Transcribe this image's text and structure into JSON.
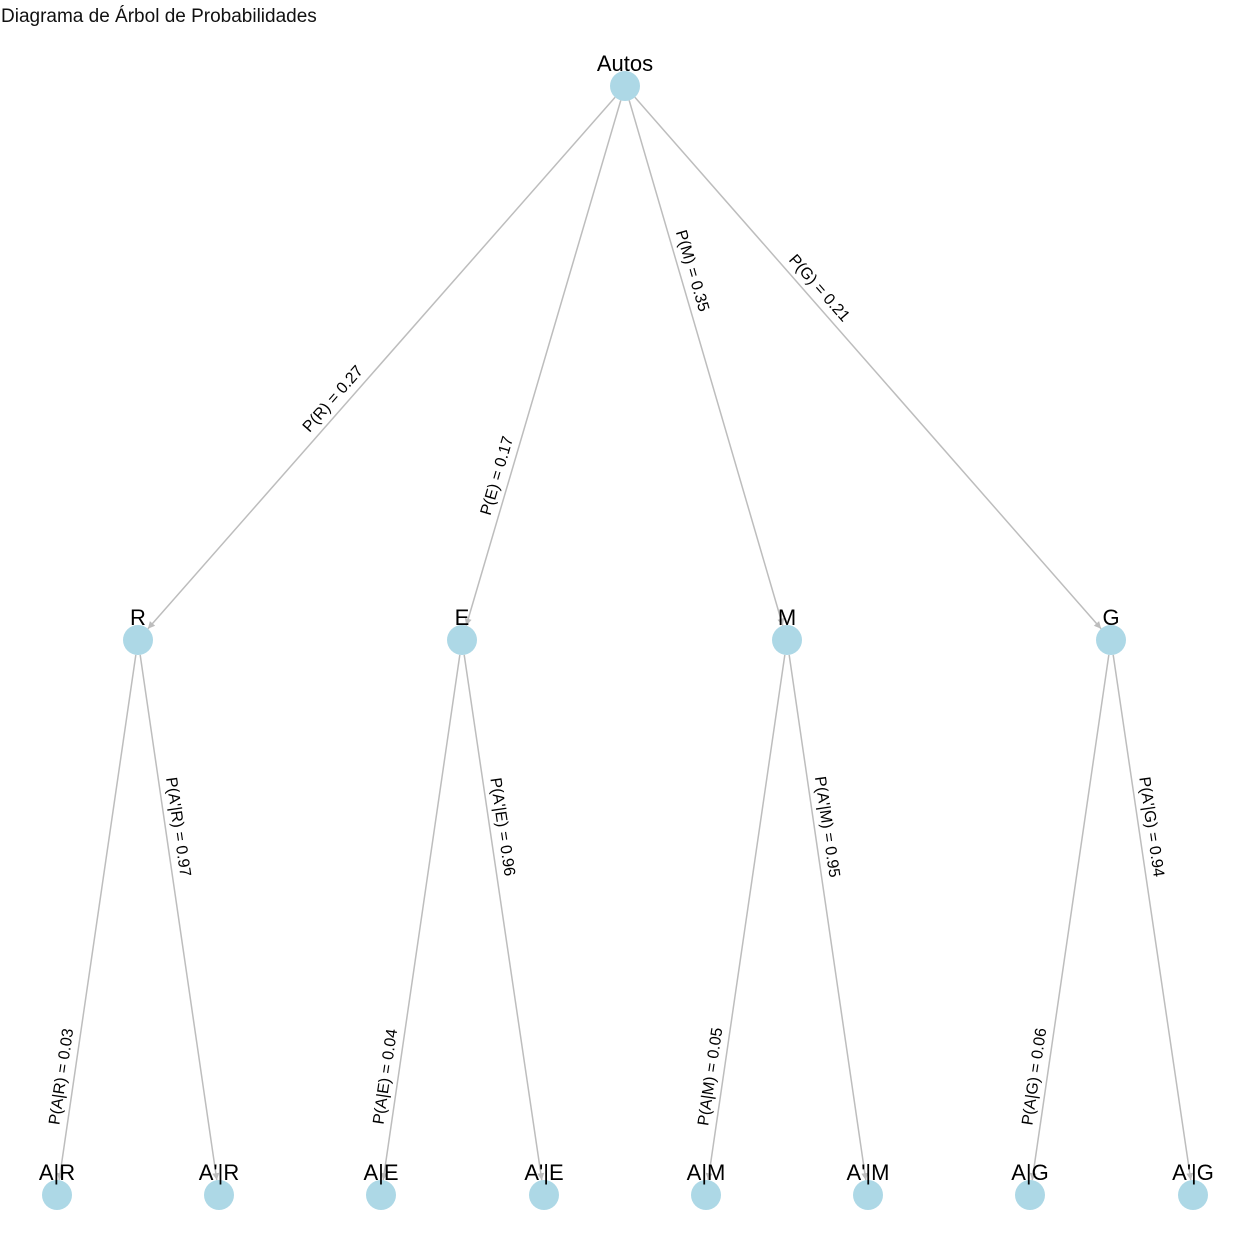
{
  "title": "Diagrama de Árbol de Probabilidades",
  "colors": {
    "node": "#add8e6",
    "edge": "#bdbdbd",
    "text": "#000000"
  },
  "nodes": [
    {
      "id": "autos",
      "label": "Autos"
    },
    {
      "id": "r",
      "label": "R"
    },
    {
      "id": "e",
      "label": "E"
    },
    {
      "id": "m",
      "label": "M"
    },
    {
      "id": "g",
      "label": "G"
    },
    {
      "id": "a-r",
      "label": "A|R"
    },
    {
      "id": "a2-r",
      "label": "A'|R"
    },
    {
      "id": "a-e",
      "label": "A|E"
    },
    {
      "id": "a2-e",
      "label": "A'|E"
    },
    {
      "id": "a-m",
      "label": "A|M"
    },
    {
      "id": "a2-m",
      "label": "A'|M"
    },
    {
      "id": "a-g",
      "label": "A|G"
    },
    {
      "id": "a2-g",
      "label": "A'|G"
    }
  ],
  "edges": [
    {
      "from": "autos",
      "to": "r",
      "label": "P(R) = 0.27"
    },
    {
      "from": "autos",
      "to": "e",
      "label": "P(E) = 0.17"
    },
    {
      "from": "autos",
      "to": "m",
      "label": "P(M) = 0.35"
    },
    {
      "from": "autos",
      "to": "g",
      "label": "P(G) = 0.21"
    },
    {
      "from": "r",
      "to": "a-r",
      "label": "P(A|R) = 0.03"
    },
    {
      "from": "r",
      "to": "a2-r",
      "label": "P(A'|R) = 0.97"
    },
    {
      "from": "e",
      "to": "a-e",
      "label": "P(A|E) = 0.04"
    },
    {
      "from": "e",
      "to": "a2-e",
      "label": "P(A'|E) = 0.96"
    },
    {
      "from": "m",
      "to": "a-m",
      "label": "P(A|M) = 0.05"
    },
    {
      "from": "m",
      "to": "a2-m",
      "label": "P(A'|M) = 0.95"
    },
    {
      "from": "g",
      "to": "a-g",
      "label": "P(A|G) = 0.06"
    },
    {
      "from": "g",
      "to": "a2-g",
      "label": "P(A'|G) = 0.94"
    }
  ]
}
